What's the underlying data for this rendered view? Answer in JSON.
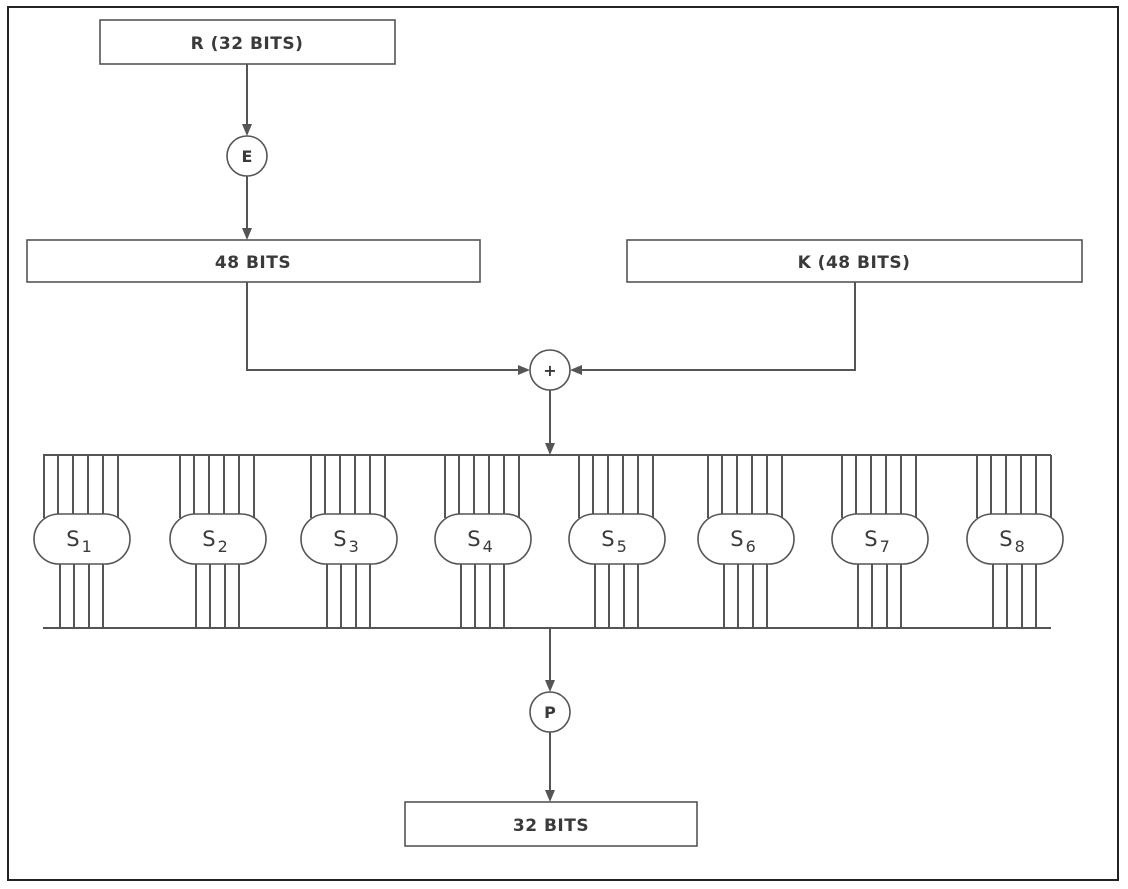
{
  "boxes": {
    "r_input": "R (32 BITS)",
    "expanded": "48 BITS",
    "key": "K (48 BITS)",
    "output": "32 BITS"
  },
  "nodes": {
    "expansion": "E",
    "xor": "+",
    "permutation": "P"
  },
  "sboxes": [
    {
      "letter": "S",
      "index": "1"
    },
    {
      "letter": "S",
      "index": "2"
    },
    {
      "letter": "S",
      "index": "3"
    },
    {
      "letter": "S",
      "index": "4"
    },
    {
      "letter": "S",
      "index": "5"
    },
    {
      "letter": "S",
      "index": "6"
    },
    {
      "letter": "S",
      "index": "7"
    },
    {
      "letter": "S",
      "index": "8"
    }
  ]
}
